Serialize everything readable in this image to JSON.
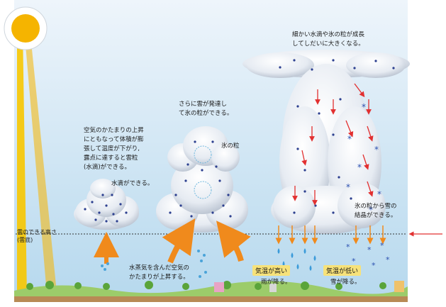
{
  "labels": {
    "cloud1_note": [
      "空気のかたまりの上昇",
      "にともなって体積が膨",
      "張して温度が下がり,",
      "露点に達すると雲粒",
      "(水滴)ができる。"
    ],
    "droplet_label": "水滴ができる。",
    "cloud2_note": [
      "さらに雲が発達し",
      "て氷の粒ができる。"
    ],
    "ice_label": "氷の粒",
    "cloud3_note": [
      "細かい水滴や氷の粒が成長",
      "してしだいに大きくなる。"
    ],
    "snow_crystal_note": [
      "氷の粒から雪の",
      "結晶ができる。"
    ],
    "cloud_base": [
      "雲のできる高さ",
      "(雲底)"
    ],
    "rising_air": [
      "水蒸気を含んだ空気の",
      "かたまりが上昇する。"
    ],
    "warm_badge": "気温が高い",
    "rain_label": "雨が降る。",
    "cold_badge": "気温が低い",
    "snow_label": "雪が降る。"
  },
  "colors": {
    "sky_top": "#eef5fb",
    "sky_bottom": "#b7d9ee",
    "sun": "#f5b400",
    "arrow_orange": "#f08a1c",
    "arrow_red": "#e23030",
    "rain_blue": "#3a9ad9",
    "snow_blue": "#2b50b0",
    "badge_yellow": "#f7e27a"
  }
}
